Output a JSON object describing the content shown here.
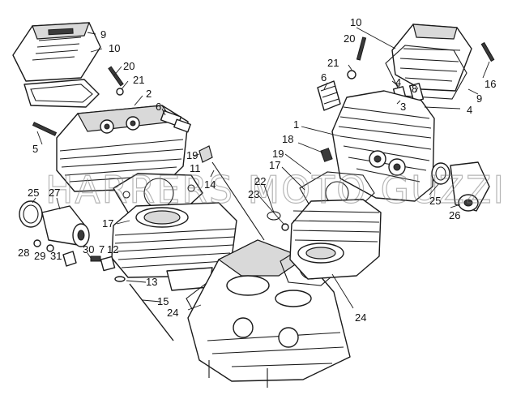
{
  "watermark": "HARRERS MOTO GUZZI",
  "callouts": [
    {
      "id": "c9a",
      "label": "9"
    },
    {
      "id": "c10a",
      "label": "10"
    },
    {
      "id": "c20a",
      "label": "20"
    },
    {
      "id": "c21a",
      "label": "21"
    },
    {
      "id": "c2",
      "label": "2"
    },
    {
      "id": "c6a",
      "label": "6"
    },
    {
      "id": "c5",
      "label": "5"
    },
    {
      "id": "c19a",
      "label": "19"
    },
    {
      "id": "c11",
      "label": "11"
    },
    {
      "id": "c14",
      "label": "14"
    },
    {
      "id": "c25a",
      "label": "25"
    },
    {
      "id": "c27",
      "label": "27"
    },
    {
      "id": "c17a",
      "label": "17"
    },
    {
      "id": "c28",
      "label": "28"
    },
    {
      "id": "c29",
      "label": "29"
    },
    {
      "id": "c31",
      "label": "31"
    },
    {
      "id": "c30",
      "label": "30"
    },
    {
      "id": "c7",
      "label": "7"
    },
    {
      "id": "c12",
      "label": "12"
    },
    {
      "id": "c13",
      "label": "13"
    },
    {
      "id": "c15",
      "label": "15"
    },
    {
      "id": "c24a",
      "label": "24"
    },
    {
      "id": "c10b",
      "label": "10"
    },
    {
      "id": "c20b",
      "label": "20"
    },
    {
      "id": "c21b",
      "label": "21"
    },
    {
      "id": "c6b",
      "label": "6"
    },
    {
      "id": "c4a",
      "label": "4"
    },
    {
      "id": "c8",
      "label": "8"
    },
    {
      "id": "c3",
      "label": "3"
    },
    {
      "id": "c9b",
      "label": "9"
    },
    {
      "id": "c16",
      "label": "16"
    },
    {
      "id": "c4b",
      "label": "4"
    },
    {
      "id": "c1",
      "label": "1"
    },
    {
      "id": "c18",
      "label": "18"
    },
    {
      "id": "c19b",
      "label": "19"
    },
    {
      "id": "c17b",
      "label": "17"
    },
    {
      "id": "c22",
      "label": "22"
    },
    {
      "id": "c23",
      "label": "23"
    },
    {
      "id": "c25b",
      "label": "25"
    },
    {
      "id": "c26",
      "label": "26"
    },
    {
      "id": "c24b",
      "label": "24"
    }
  ]
}
